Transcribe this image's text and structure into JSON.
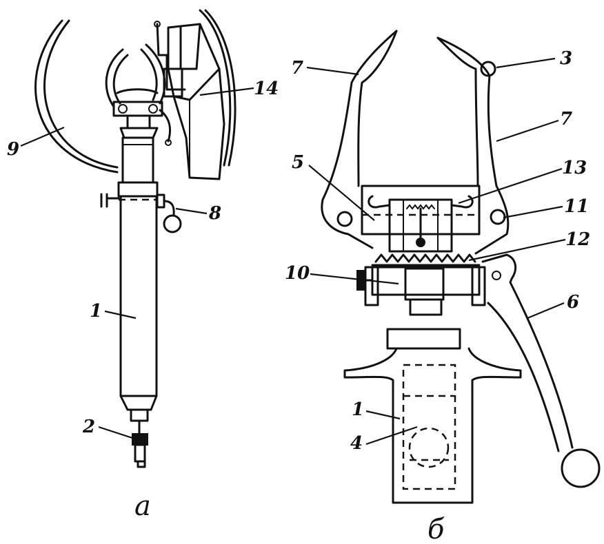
{
  "labels": {
    "l1a": "1",
    "l2": "2",
    "l8": "8",
    "l9": "9",
    "l14": "14",
    "l3": "3",
    "l7a": "7",
    "l7b": "7",
    "l5": "5",
    "l13": "13",
    "l11": "11",
    "l12": "12",
    "l10": "10",
    "l6": "6",
    "l1b": "1",
    "l4": "4"
  },
  "captions": {
    "a": "а",
    "b": "б"
  }
}
